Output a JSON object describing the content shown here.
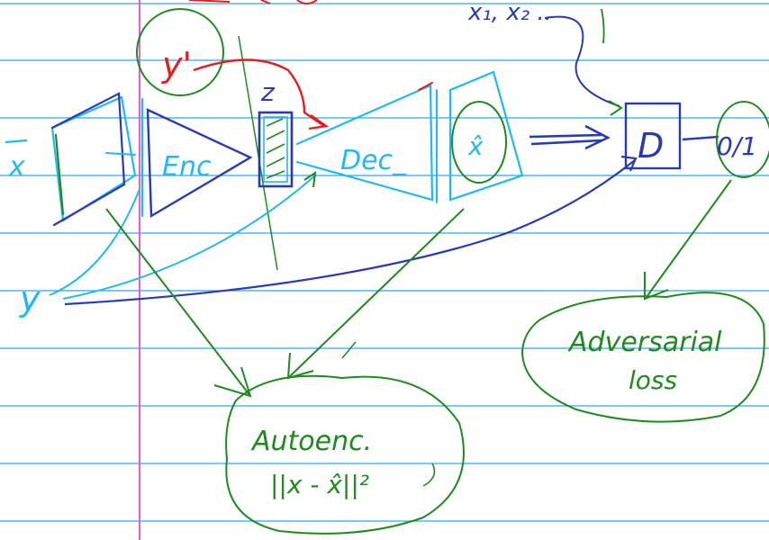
{
  "colors": {
    "paper_rule": "#35a3e6",
    "margin_line": "#e64bd6",
    "cyan": "#22b9ee",
    "navy": "#2a3ab0",
    "green": "#1f8a1f",
    "red": "#e02020"
  },
  "labels": {
    "x_input": "x",
    "y_input": "y",
    "y_prime": "y'",
    "encoder": "Enc",
    "latent": "z",
    "decoder": "Dec_",
    "x_hat": "x̂",
    "discriminator": "D",
    "disc_output": "0/1",
    "x_samples": "x₁, x₂ ..",
    "autoenc_line1": "Autoenc.",
    "autoenc_line2": "||x - x̂||²",
    "adversarial_line1": "Adversarial",
    "adversarial_line2": "loss"
  }
}
